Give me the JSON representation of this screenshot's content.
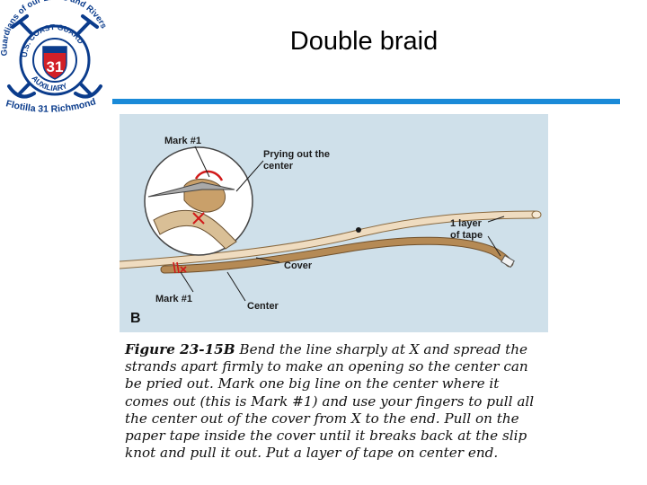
{
  "slide": {
    "title": "Double braid"
  },
  "logo": {
    "arc_top": "Guardians of our Lakes and Rivers",
    "ring_top": "U.S. COAST GUARD",
    "ring_bottom": "AUXILIARY",
    "number": "31",
    "ribbon": "Flotilla 31 Richmond"
  },
  "figure": {
    "labels": {
      "mark1_top": "Mark #1",
      "prying_line1": "Prying out the",
      "prying_line2": "center",
      "tape_line1": "1 layer",
      "tape_line2": "of tape",
      "cover": "Cover",
      "mark1_bottom": "Mark #1",
      "center": "Center",
      "panel": "B"
    },
    "caption": {
      "figure_ref": "Figure 23-15B",
      "text": "Bend the line sharply at X and spread the strands apart firmly to make an opening so the center can be pried out. Mark one big line on the center where it comes out (this is Mark #1) and use your fingers to pull all the center out of the cover from X to the end. Pull on the paper tape inside the cover until it breaks back at the slip knot and pull it out. Put a layer of tape on center end."
    }
  },
  "colors": {
    "accent_rule": "#1a8ad8",
    "panel_bg": "#cfe0ea",
    "rope_cover": "#efdcc0",
    "rope_center": "#b58a55",
    "mark_red": "#d11a1a"
  }
}
